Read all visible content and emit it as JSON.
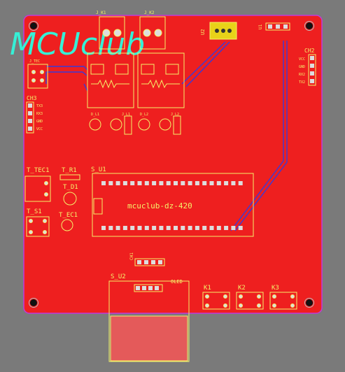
{
  "logo_text": "MCUclub",
  "board_label": "mcuclub-dz-420",
  "components": {
    "u2": "U2",
    "u1": "U1",
    "j_k1": "J_K1",
    "j_k2": "J_K2",
    "j_tec": "J_TEC",
    "ch3": "CH3",
    "ch3_pins": [
      "TX3",
      "RX3",
      "GND",
      "VCC"
    ],
    "ch2": "CH2",
    "ch2_pins": [
      "VCC",
      "GND",
      "RX2",
      "TX2"
    ],
    "t_tec1": "T_TEC1",
    "t_r1": "T_R1",
    "t_d1": "T_D1",
    "t_s1": "T_S1",
    "t_ec1": "T_EC1",
    "s_u1": "S_U1",
    "s_u2": "S_U2",
    "oled": "OLED",
    "ch1": "CH1",
    "k1": "K1",
    "k2": "K2",
    "k3": "K3",
    "d_l1": "D_L1",
    "j_l1": "J_L1",
    "d_l2": "D_L2",
    "j_l2": "J_L2"
  },
  "colors": {
    "background": "#7a7a7a",
    "board": "#ee1f1f",
    "outline": "#c23ad9",
    "silkscreen": "#f4f26a",
    "logo": "#36f0d6",
    "trace": "#3a3ad8"
  }
}
